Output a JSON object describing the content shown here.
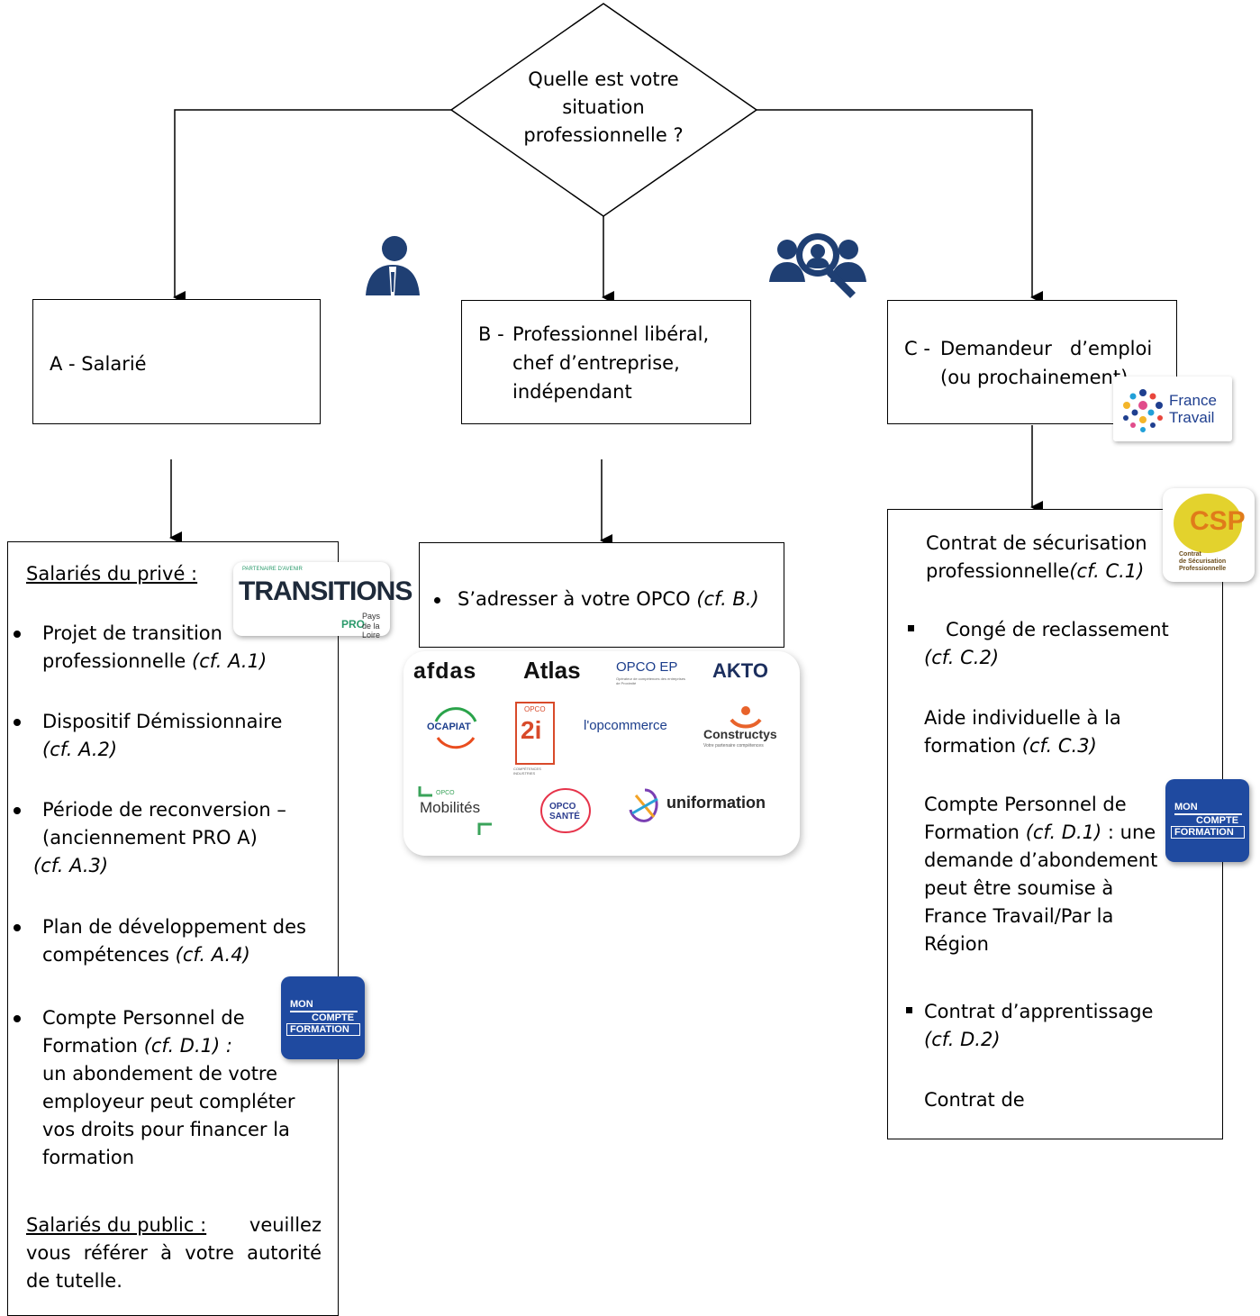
{
  "question": {
    "line1": "Quelle est votre",
    "line2": "situation",
    "line3": "professionnelle ?"
  },
  "branch_a": {
    "title": "A - Salarié"
  },
  "branch_b": {
    "prefix": "B -",
    "line1": "Professionnel libéral,",
    "line2": "chef d’entreprise,",
    "line3": "indépendant"
  },
  "branch_c": {
    "prefix": "C -",
    "line1": "Demandeur   d’emploi",
    "line2": "(ou prochainement)"
  },
  "box_a": {
    "heading": "Salariés du privé :",
    "items": [
      {
        "line1": "Projet de transition",
        "line2": "professionnelle",
        "ref": "(cf. A.1)"
      },
      {
        "line1": "Dispositif Démissionnaire",
        "ref": "(cf. A.2)"
      },
      {
        "line1": "Période de reconversion –",
        "line2": "(anciennement PRO A)",
        "ref": "(cf. A.3)"
      },
      {
        "line1": "Plan de développement des",
        "line2": "compétences",
        "ref": "(cf. A.4)"
      },
      {
        "line1": "Compte Personnel de",
        "line2": "Formation",
        "ref": "(cf. D.1) :",
        "line3": "un abondement de votre",
        "line4": "employeur peut compléter",
        "line5": "vos droits pour financer la",
        "line6": "formation"
      }
    ],
    "public_heading": "Salariés du public :",
    "public_text1": "veuillez",
    "public_text2": "vous référer à votre autorité",
    "public_text3": "de tutelle."
  },
  "box_b": {
    "text": "S’adresser à votre OPCO",
    "ref": "(cf. B.)"
  },
  "box_c": {
    "csp_line1": "Contrat de sécurisation",
    "csp_line2": "professionnelle",
    "csp_ref": "(cf. C.1)",
    "conge": "Congé de reclassement",
    "conge_ref": "(cf. C.2)",
    "aide_line1": "Aide individuelle à la",
    "aide_line2": "formation",
    "aide_ref": "(cf. C.3)",
    "cpf_line1": "Compte Personnel de",
    "cpf_line2": "Formation",
    "cpf_ref": "(cf. D.1)",
    "cpf_line2b": ": une",
    "cpf_line3": "demande d’abondement",
    "cpf_line4": "peut être soumise à",
    "cpf_line5": "France Travail/Par la",
    "cpf_line6": "Région",
    "appr": "Contrat d’apprentissage",
    "appr_ref": "(cf. D.2)",
    "contrat": "Contrat de"
  },
  "logos": {
    "transitions_top": "PARTENAIRE D'AVENIR",
    "transitions_main": "TRANSITIONS",
    "transitions_pro": "PRO",
    "transitions_region1": "Pays",
    "transitions_region2": "de la Loire",
    "france_travail1": "France",
    "france_travail2": "Travail",
    "csp_main": "CSP",
    "csp_sub1": "Contrat",
    "csp_sub2": "de Sécurisation",
    "csp_sub3": "Professionnelle",
    "mcf1": "MON",
    "mcf2": "COMPTE",
    "mcf3": "FORMATION",
    "opco": [
      "afdas",
      "Atlas",
      "OPCO EP",
      "AKTO",
      "OCAPIAT",
      "2i",
      "l'opcommerce",
      "Constructys",
      "Mobilités",
      "OPCO SANTÉ",
      "uniformation"
    ],
    "opco_small": [
      "OPCO",
      "COMPÉTENCES INDUSTRIES",
      "Votre partenaire compétences",
      "OPCO",
      "Opérateur de compétences des entreprises de Proximité"
    ]
  },
  "colors": {
    "mcf_blue": "#1f4aa0",
    "person_blue": "#1f3f73",
    "csp_yellow": "#e3d22d",
    "csp_orange": "#e07b1a"
  }
}
